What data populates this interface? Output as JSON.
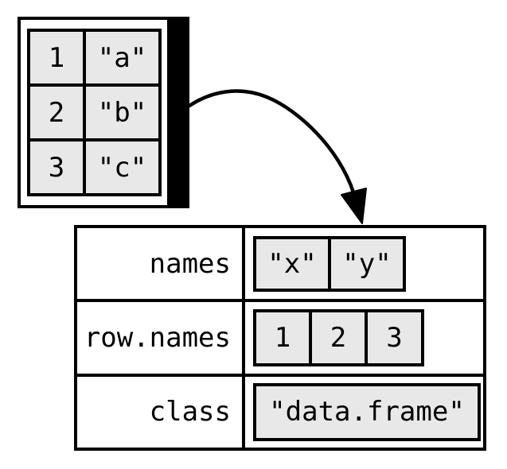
{
  "diagram": {
    "description": "R data.frame object with its attributes",
    "colors": {
      "cell_fill": "#e8e8e8",
      "line": "#000000",
      "background": "#ffffff"
    },
    "data_frame": {
      "cells": [
        [
          "1",
          "\"a\""
        ],
        [
          "2",
          "\"b\""
        ],
        [
          "3",
          "\"c\""
        ]
      ]
    },
    "attributes": [
      {
        "label": "names",
        "items": [
          "\"x\"",
          "\"y\""
        ]
      },
      {
        "label": "row.names",
        "items": [
          "1",
          "2",
          "3"
        ]
      },
      {
        "label": "class",
        "items": [
          "\"data.frame\""
        ]
      }
    ]
  }
}
